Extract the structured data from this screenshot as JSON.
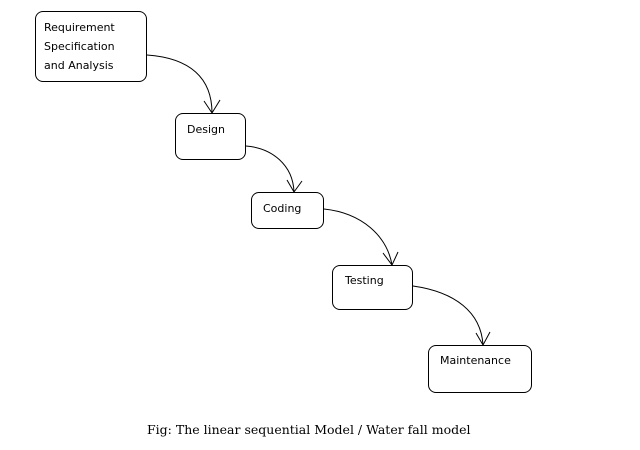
{
  "diagram": {
    "boxes": [
      {
        "id": "requirements",
        "lines": [
          "Requirement",
          "Specification",
          "and Analysis"
        ]
      },
      {
        "id": "design",
        "label": "Design"
      },
      {
        "id": "coding",
        "label": "Coding"
      },
      {
        "id": "testing",
        "label": "Testing"
      },
      {
        "id": "maintenance",
        "label": "Maintenance"
      }
    ],
    "caption": "Fig: The linear sequential Model / Water fall model"
  }
}
